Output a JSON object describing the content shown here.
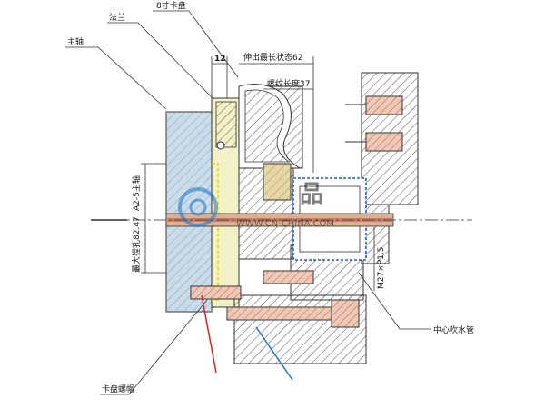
{
  "labels": {
    "chuck_8in": "8寸卡盘",
    "flange": "法兰",
    "spindle": "主轴",
    "dim_12": "12",
    "max_extension": "伸出最长状态62",
    "thread_length": "螺纹长度37",
    "spindle_type": "A2-5主轴",
    "max_bore": "最大镗孔82.47",
    "thread_spec": "M27×P1.5",
    "center_water_pipe": "中心吹水管",
    "chuck_bolt": "卡盘螺帽"
  },
  "watermark": {
    "text": "品",
    "url": "WWW.CN-CHINA.COM"
  },
  "colors": {
    "hatch": "#555555",
    "spindle_fill": "#c9dcea",
    "flange_fill": "#f3f1c8",
    "nut_fill": "#e6d7a3",
    "pipe_fill": "#ddb08e",
    "bolt_fill": "#f0c9b6",
    "center_hole": "#c77f6d",
    "bore_outline": "#1e5bd8",
    "watermark": "#1a73c9",
    "red_line": "#e02020",
    "blue_line": "#2a72d6",
    "yellow_dash": "#f0d400"
  }
}
